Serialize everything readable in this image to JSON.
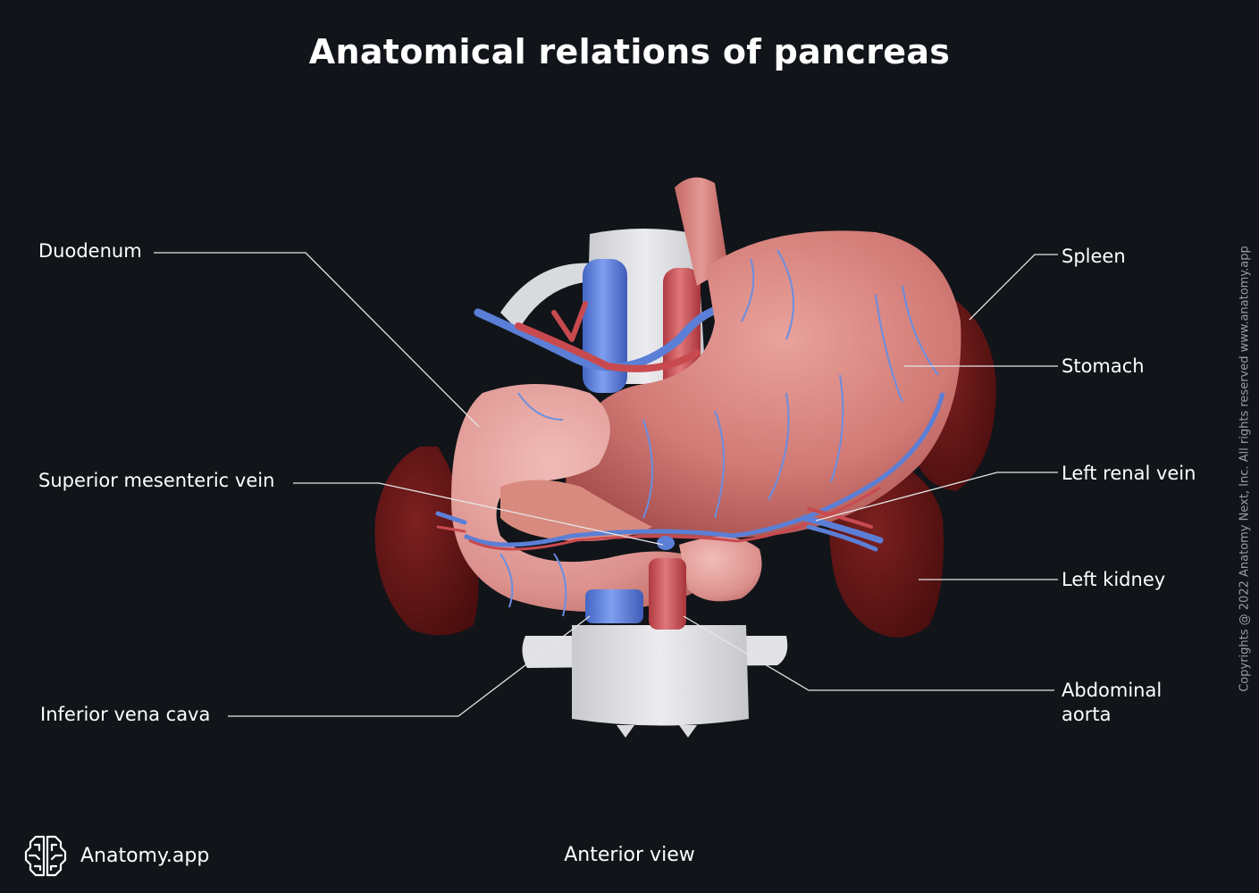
{
  "title": "Anatomical relations of pancreas",
  "view_caption": "Anterior view",
  "brand": {
    "name": "Anatomy.app",
    "icon": "brain-icon"
  },
  "copyright": "Copyrights @ 2022 Anatomy Next, Inc. All rights reserved www.anatomy.app",
  "colors": {
    "background": "#111419",
    "text": "#ffffff",
    "leader_line": "#e6e6e6",
    "vein_blue": "#5b7fd6",
    "artery_red": "#c84a4f",
    "stomach_pink": "#d9837f",
    "duodenum_pink": "#e7a3a0",
    "kidney_spleen": "#6b1616",
    "vertebra": "#e4e4e8"
  },
  "labels": {
    "left": [
      {
        "id": "duodenum",
        "text": "Duodenum"
      },
      {
        "id": "superior-mesenteric-vein",
        "text": "Superior mesenteric vein"
      },
      {
        "id": "inferior-vena-cava",
        "text": "Inferior vena cava"
      }
    ],
    "right": [
      {
        "id": "spleen",
        "text": "Spleen"
      },
      {
        "id": "stomach",
        "text": "Stomach"
      },
      {
        "id": "left-renal-vein",
        "text": "Left renal vein"
      },
      {
        "id": "left-kidney",
        "text": "Left kidney"
      },
      {
        "id": "abdominal-aorta",
        "text": "Abdominal aorta",
        "line1": "Abdominal",
        "line2": "aorta"
      }
    ]
  }
}
